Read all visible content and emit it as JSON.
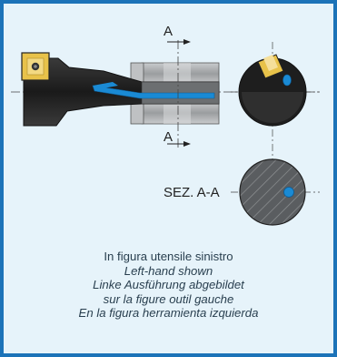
{
  "labels": {
    "section_top": "A",
    "section_bottom": "A",
    "section_view": "SEZ. A-A"
  },
  "caption": {
    "it": "In figura utensile sinistro",
    "en": "Left-hand shown",
    "de": "Linke Ausführung abgebildet",
    "fr": "sur la figure outil gauche",
    "es": "En la figura herramienta izquierda"
  },
  "colors": {
    "frame_border": "#1c73b8",
    "background": "#e6f3fa",
    "tool_body": "#2a2a2a",
    "insert": "#e8c24a",
    "coolant": "#1a8ad4",
    "holder": "#a9acae",
    "section_fill": "#5a5d60"
  }
}
